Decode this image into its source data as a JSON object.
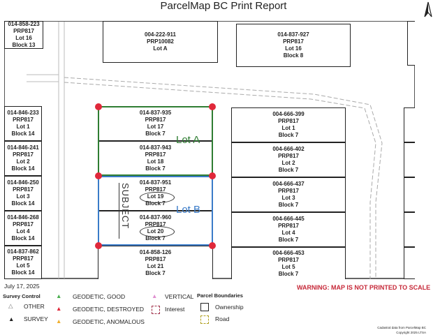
{
  "title": "ParcelMap BC Print Report",
  "north_arrow": "north-arrow-icon",
  "road_label": "",
  "parcels": {
    "top": [
      {
        "pid": "014-858-223",
        "plan": "PRP817",
        "lot": "Lot 16",
        "block": "Block 13"
      },
      {
        "pid": "004-222-911",
        "plan": "PRP10082",
        "lot": "Lot A",
        "block": ""
      },
      {
        "pid": "014-837-927",
        "plan": "PRP817",
        "lot": "Lot 16",
        "block": "Block 8"
      }
    ],
    "left": [
      {
        "pid": "014-846-233",
        "plan": "PRP817",
        "lot": "Lot 1",
        "block": "Block 14"
      },
      {
        "pid": "014-846-241",
        "plan": "PRP817",
        "lot": "Lot 2",
        "block": "Block 14"
      },
      {
        "pid": "014-846-250",
        "plan": "PRP817",
        "lot": "Lot 3",
        "block": "Block 14"
      },
      {
        "pid": "014-846-268",
        "plan": "PRP817",
        "lot": "Lot 4",
        "block": "Block 14"
      },
      {
        "pid": "014-837-862",
        "plan": "PRP817",
        "lot": "Lot 5",
        "block": "Block 14"
      }
    ],
    "center": [
      {
        "pid": "014-837-935",
        "plan": "PRP817",
        "lot": "Lot 17",
        "block": "Block 7"
      },
      {
        "pid": "014-837-943",
        "plan": "PRP817",
        "lot": "Lot 18",
        "block": "Block 7"
      },
      {
        "pid": "014-837-951",
        "plan": "PRP817",
        "lot": "Lot 19",
        "block": "Block 7"
      },
      {
        "pid": "014-837-960",
        "plan": "PRP817",
        "lot": "Lot 20",
        "block": "Block 7"
      },
      {
        "pid": "014-858-126",
        "plan": "PRP817",
        "lot": "Lot 21",
        "block": "Block 7"
      }
    ],
    "right": [
      {
        "pid": "004-666-399",
        "plan": "PRP817",
        "lot": "Lot 1",
        "block": "Block 7"
      },
      {
        "pid": "004-666-402",
        "plan": "PRP817",
        "lot": "Lot 2",
        "block": "Block 7"
      },
      {
        "pid": "004-666-437",
        "plan": "PRP817",
        "lot": "Lot 3",
        "block": "Block 7"
      },
      {
        "pid": "004-666-445",
        "plan": "PRP817",
        "lot": "Lot 4",
        "block": "Block 7"
      },
      {
        "pid": "004-666-453",
        "plan": "PRP817",
        "lot": "Lot 5",
        "block": "Block 7"
      }
    ]
  },
  "annotations": {
    "lot_a": "Lot A",
    "lot_b": "Lot B",
    "subject": "SUBJECT",
    "lot_a_color": "#2e7d32",
    "lot_b_color": "#3a7bc8",
    "pin_color": "#e0283a"
  },
  "footer": {
    "date": "July 17, 2025",
    "warning": "WARNING: MAP IS NOT PRINTED TO SCALE",
    "warning_color": "#c62838",
    "credit1": "Cadastral data from ParcelMap BC",
    "credit2": "Copyright 2025 LTSA"
  },
  "legend": {
    "survey_control": "Survey Control",
    "other": "OTHER",
    "survey": "SURVEY",
    "geo_good": "GEODETIC, GOOD",
    "geo_destroyed": "GEODETIC, DESTROYED",
    "geo_anomalous": "GEODETIC, ANOMALOUS",
    "vertical": "VERTICAL",
    "interest": "Interest",
    "parcel_boundaries": "Parcel Boundaries",
    "ownership": "Ownership",
    "road": "Road"
  }
}
